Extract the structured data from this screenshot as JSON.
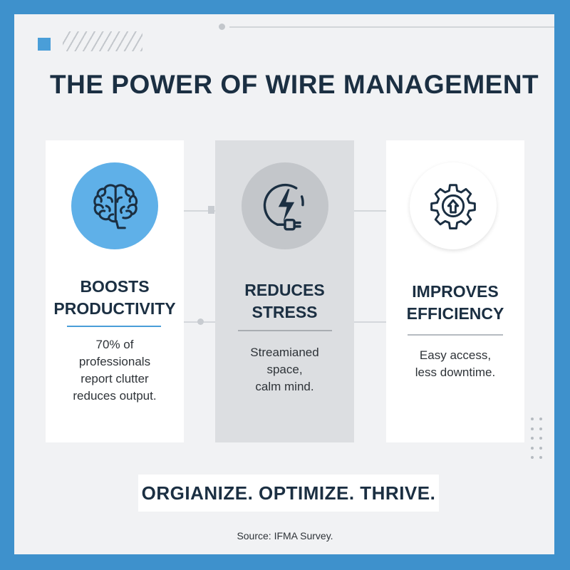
{
  "title": "THE POWER OF WIRE MANAGEMENT",
  "cards": [
    {
      "icon": "brain-icon",
      "title_line1": "BOOSTS",
      "title_line2": "PRODUCTIVITY",
      "text_lines": [
        "70% of",
        "professionals",
        "report clutter",
        "reduces output."
      ]
    },
    {
      "icon": "lightning-plug-icon",
      "title_line1": "REDUCES",
      "title_line2": "STRESS",
      "text_lines": [
        "Streamianed",
        "space,",
        "calm mind."
      ]
    },
    {
      "icon": "gear-arrow-icon",
      "title_line1": "IMPROVES",
      "title_line2": "EFFICIENCY",
      "text_lines": [
        "Easy access,",
        "less downtime."
      ]
    }
  ],
  "slogan": "ORGIANIZE. OPTIMIZE. THRIVE.",
  "source": "Source: IFMA Survey.",
  "colors": {
    "frame": "#3e91cc",
    "background": "#f1f2f4",
    "accent": "#4a9ed8",
    "mid_card": "#dcdee1",
    "mid_icon_circle": "#c3c6ca",
    "heading": "#1b2f42"
  }
}
